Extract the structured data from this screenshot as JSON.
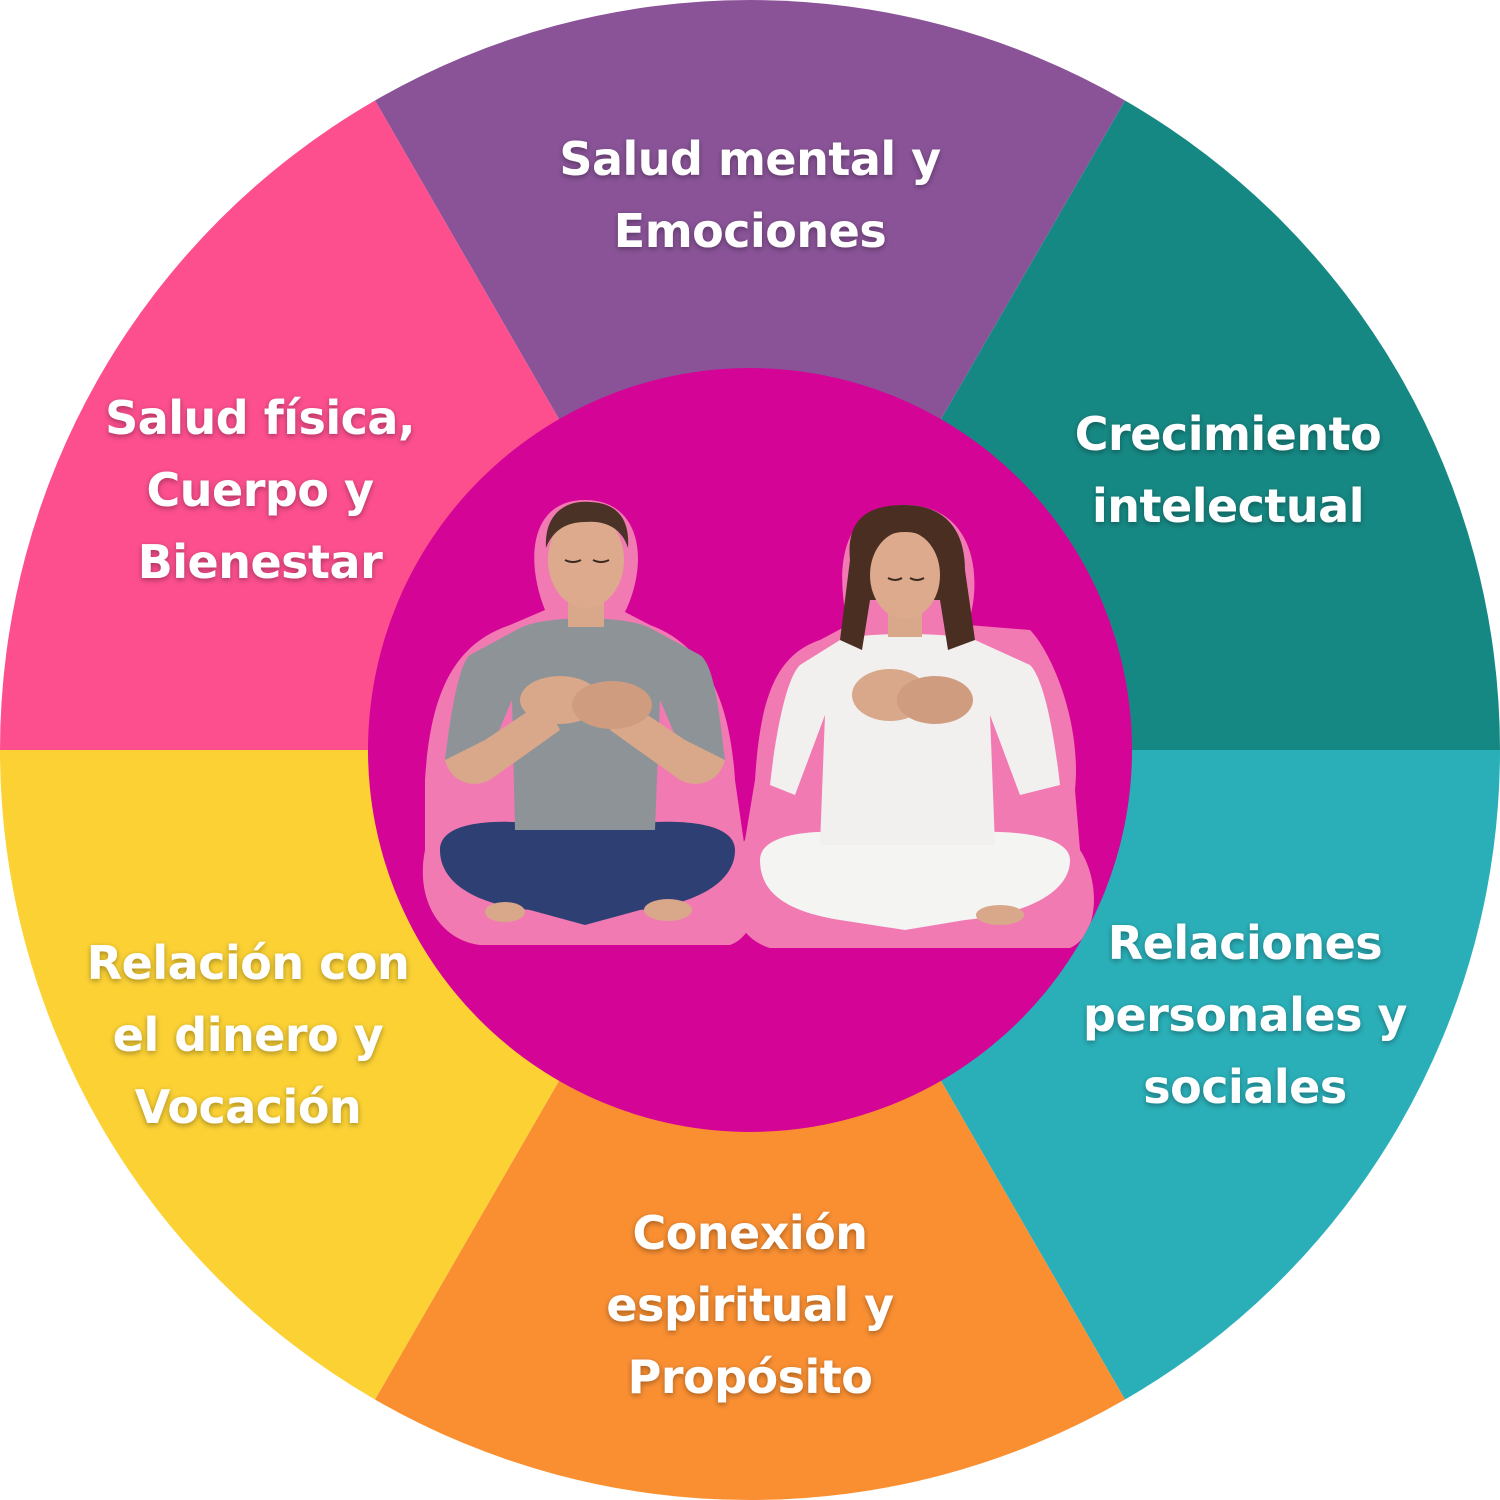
{
  "wheel": {
    "segments": [
      {
        "id": "mental",
        "lines": [
          "Salud mental y",
          "Emociones"
        ],
        "color": "#8A5398"
      },
      {
        "id": "intelectual",
        "lines": [
          "Crecimiento",
          "intelectual"
        ],
        "color": "#168883"
      },
      {
        "id": "relaciones",
        "lines": [
          "Relaciones",
          "personales y",
          "sociales"
        ],
        "color": "#2AAFB8"
      },
      {
        "id": "espiritual",
        "lines": [
          "Conexión",
          "espiritual y",
          "Propósito"
        ],
        "color": "#FA8F32"
      },
      {
        "id": "dinero",
        "lines": [
          "Relación con",
          "el dinero y",
          "Vocación"
        ],
        "color": "#FBD134"
      },
      {
        "id": "fisica",
        "lines": [
          "Salud física,",
          "Cuerpo y",
          "Bienestar"
        ],
        "color": "#FD4F8E"
      }
    ],
    "center": {
      "color": "#D40497",
      "halo_color": "#F27AB2",
      "image": "two-people-meditating-illustration"
    }
  }
}
